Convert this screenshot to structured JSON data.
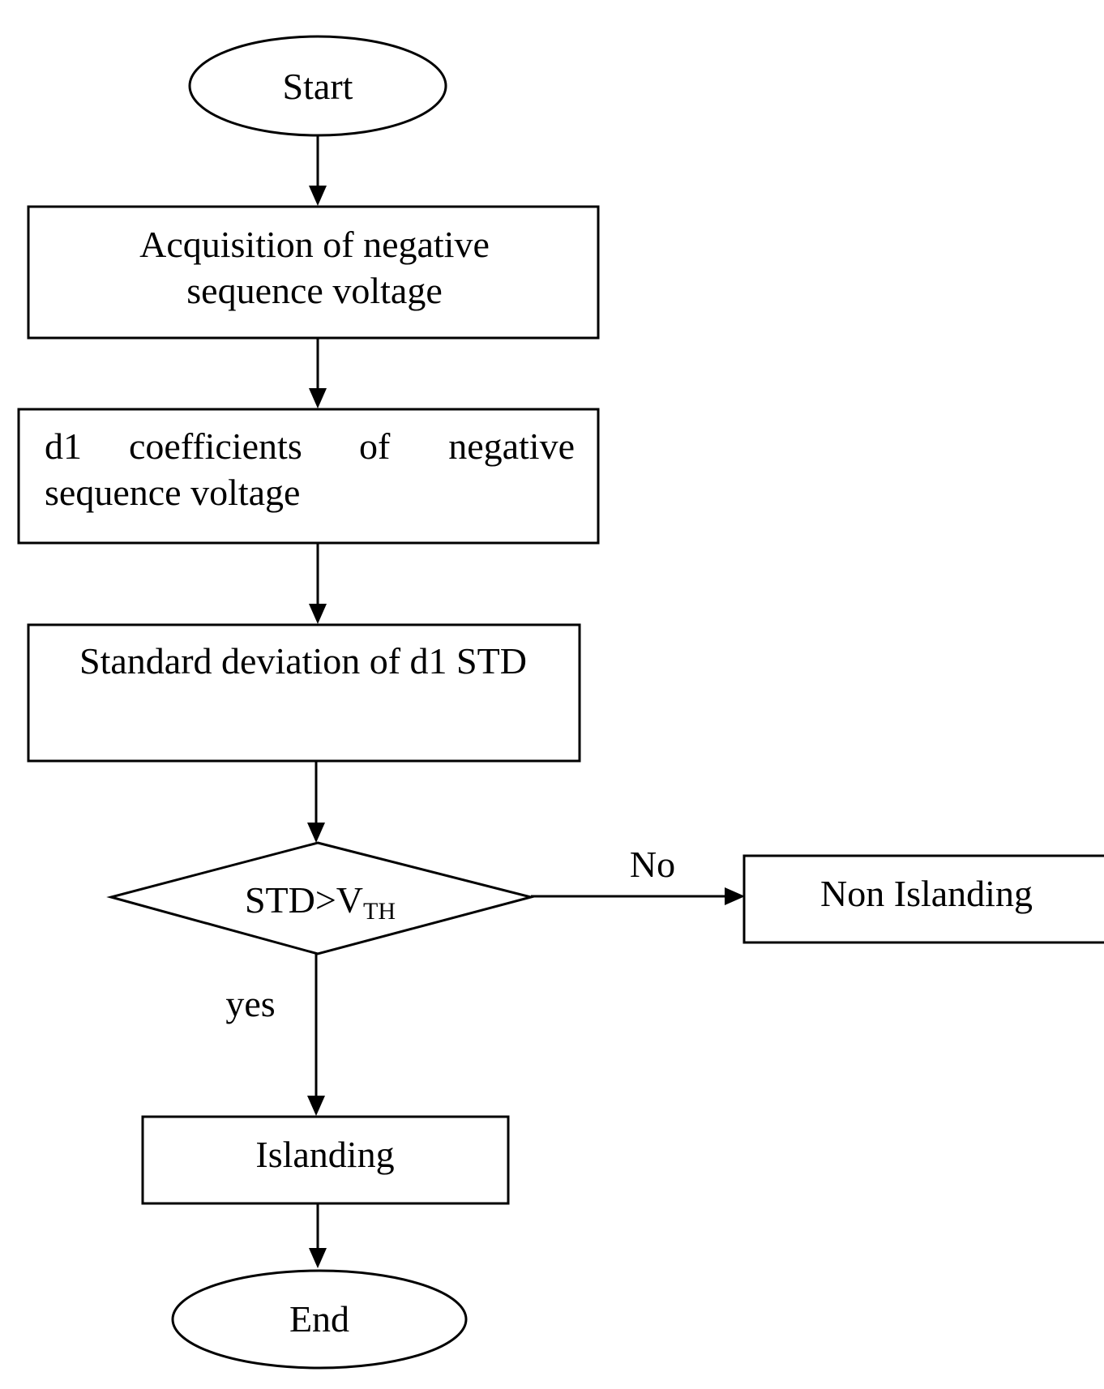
{
  "flowchart": {
    "start": "Start",
    "acquisition": {
      "line1": "Acquisition of negative",
      "line2": "sequence voltage"
    },
    "d1_coefficients": {
      "line1": [
        "d1",
        "coefficients",
        "of",
        "negative"
      ],
      "line2": "sequence voltage"
    },
    "standard_deviation": "Standard deviation of d1 STD",
    "decision": {
      "main": "STD>V",
      "subscript": "TH"
    },
    "no_label": "No",
    "yes_label": "yes",
    "non_islanding": "Non Islanding",
    "islanding": "Islanding",
    "end": "End"
  },
  "colors": {
    "stroke": "#000000",
    "background": "#ffffff"
  }
}
